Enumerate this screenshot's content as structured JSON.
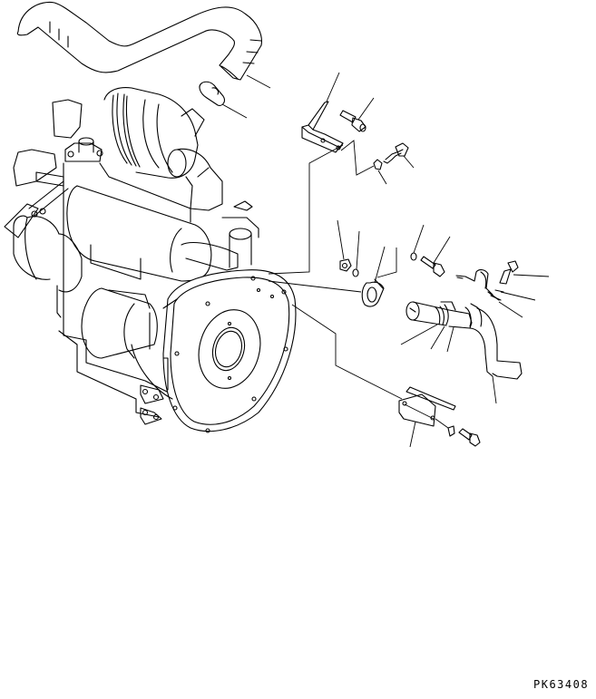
{
  "diagram": {
    "type": "exploded parts diagram",
    "figure_code": "PK63408",
    "colors": {
      "line": "#000000",
      "background": "#ffffff"
    },
    "parts": [
      {
        "id": "air-intake-hose",
        "label": ""
      },
      {
        "id": "hose-clamp",
        "label": ""
      },
      {
        "id": "upper-bracket",
        "label": ""
      },
      {
        "id": "bracket-bolt",
        "label": ""
      },
      {
        "id": "flange-bolt",
        "label": ""
      },
      {
        "id": "lock-washer-upper",
        "label": ""
      },
      {
        "id": "nut",
        "label": ""
      },
      {
        "id": "washer",
        "label": ""
      },
      {
        "id": "clip-clamp",
        "label": ""
      },
      {
        "id": "washer-right",
        "label": ""
      },
      {
        "id": "bolt-right",
        "label": ""
      },
      {
        "id": "pipe-clamp",
        "label": ""
      },
      {
        "id": "clamp-bolt",
        "label": ""
      },
      {
        "id": "clamp-washers",
        "label": ""
      },
      {
        "id": "pipe",
        "label": ""
      },
      {
        "id": "pipe-clamps",
        "label": ""
      },
      {
        "id": "tail-hose",
        "label": ""
      },
      {
        "id": "cover-plate",
        "label": ""
      },
      {
        "id": "plate-washer",
        "label": ""
      },
      {
        "id": "plate-bolt",
        "label": ""
      },
      {
        "id": "engine-assembly",
        "label": ""
      }
    ]
  }
}
